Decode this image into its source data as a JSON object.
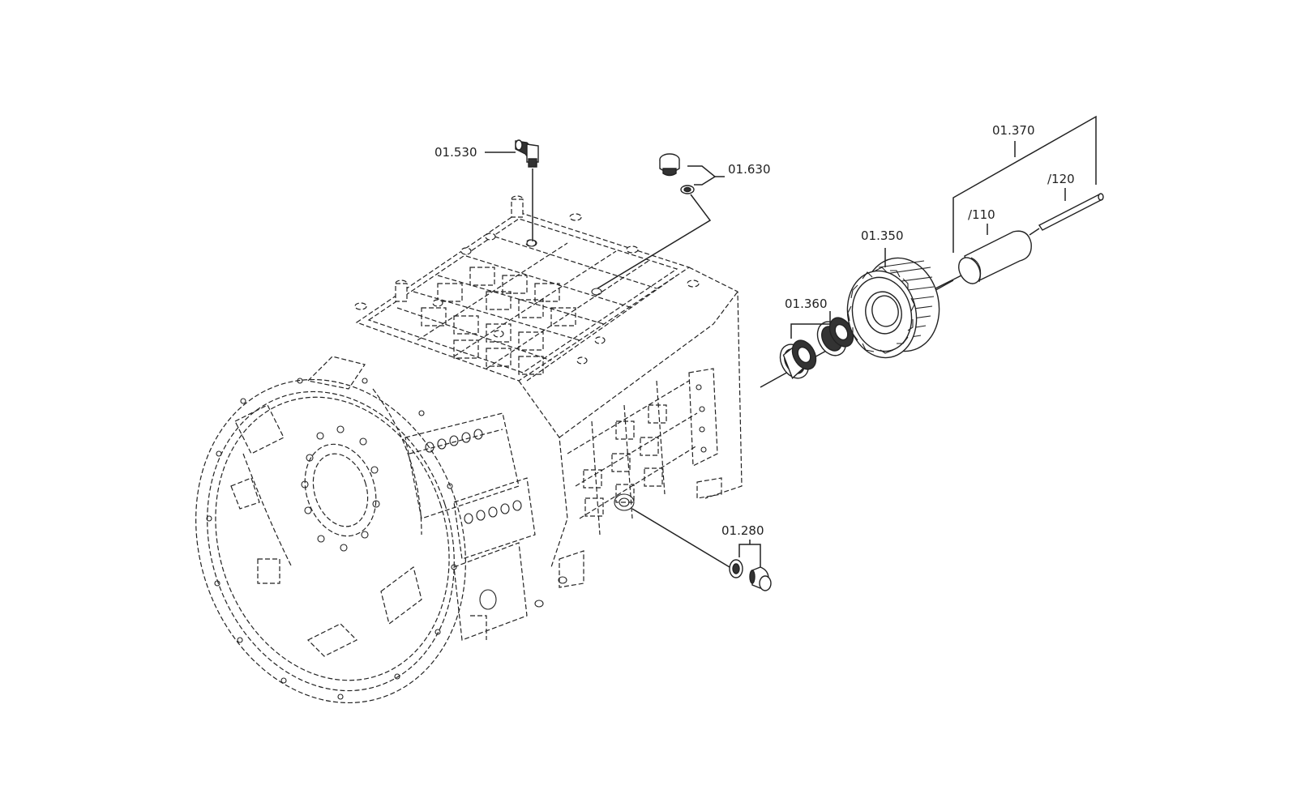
{
  "callouts": {
    "c1530": "01.530",
    "c1630": "01.630",
    "c1370": "01.370",
    "c120": "/120",
    "c110": "/110",
    "c1350": "01.350",
    "c1360": "01.360",
    "c1280": "01.280"
  },
  "icons": {
    "housing": "transmission-housing-icon",
    "elbow": "elbow-fitting-icon",
    "plug": "screw-plug-icon",
    "gear": "helical-gear-icon",
    "bearing": "needle-bearing-icon",
    "pin": "axle-pin-icon",
    "bolt": "bolt-icon"
  }
}
